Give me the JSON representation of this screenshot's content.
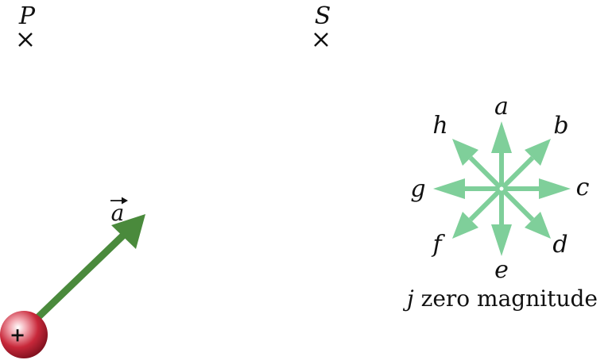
{
  "points": {
    "p": {
      "label": "P"
    },
    "s": {
      "label": "S"
    }
  },
  "charge": {
    "sign": "+",
    "color": "#c8283a"
  },
  "acceleration": {
    "label": "a",
    "color": "#4a8a3c"
  },
  "choices": {
    "color": "#7fcf9a",
    "labels": {
      "a": "a",
      "b": "b",
      "c": "c",
      "d": "d",
      "e": "e",
      "f": "f",
      "g": "g",
      "h": "h"
    },
    "j_letter": "j",
    "j_text": "zero magnitude"
  }
}
